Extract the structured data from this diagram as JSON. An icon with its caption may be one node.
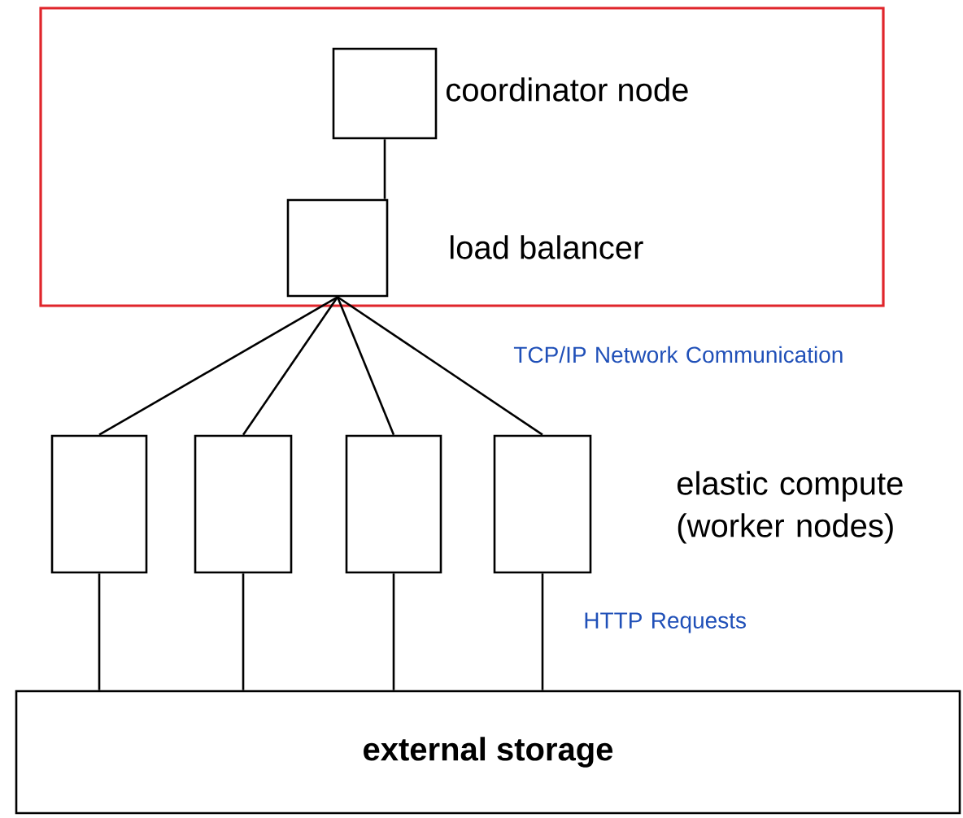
{
  "diagram": {
    "nodes": [
      {
        "text": [],
        "shape": "box"
      },
      {
        "text": [
          "coordinator node"
        ],
        "in": 0
      },
      {
        "text": [
          "load balancer"
        ],
        "in": 0
      },
      {
        "text": [],
        "shape": "box"
      },
      {
        "text": [],
        "shape": "box"
      },
      {
        "text": [],
        "shape": "box"
      },
      {
        "text": [],
        "shape": "box"
      },
      {
        "text": [
          "external storage"
        ]
      }
    ],
    "edges": [
      {
        "from": 1,
        "to": 2,
        "arrow": "none"
      },
      {
        "from": 2,
        "to": 3,
        "arrow": "none"
      },
      {
        "from": 2,
        "to": 4,
        "arrow": "none"
      },
      {
        "from": 2,
        "to": 5,
        "arrow": "none"
      },
      {
        "from": 2,
        "to": 6,
        "arrow": "none"
      },
      {
        "from": 3,
        "to": 7,
        "arrow": "none"
      },
      {
        "from": 4,
        "to": 7,
        "arrow": "none"
      },
      {
        "from": 5,
        "to": 7,
        "arrow": "none"
      },
      {
        "from": 6,
        "to": 7,
        "arrow": "none"
      }
    ],
    "labels": [
      "TCP/IP Network Communication",
      "elastic compute (worker nodes)",
      "HTTP Requests"
    ]
  }
}
